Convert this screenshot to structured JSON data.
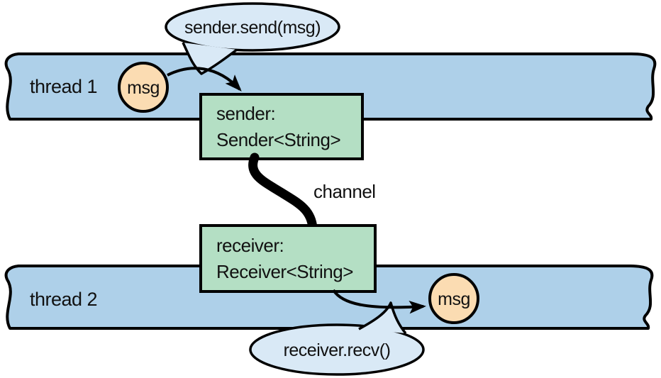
{
  "colors": {
    "background": "#ffffff",
    "thread_band": "#aed0e9",
    "bubble": "#d9e9f6",
    "object_box": "#b4dfc4",
    "msg_circle": "#fbdcb2",
    "outline": "#000000"
  },
  "thread1": {
    "label": "thread 1",
    "msg": "msg",
    "call": "sender.send(msg)"
  },
  "thread2": {
    "label": "thread 2",
    "msg": "msg",
    "call": "receiver.recv()"
  },
  "sender_box": {
    "name_line": "sender:",
    "type_line": "Sender<String>"
  },
  "receiver_box": {
    "name_line": "receiver:",
    "type_line": "Receiver<String>"
  },
  "channel": {
    "label": "channel"
  }
}
